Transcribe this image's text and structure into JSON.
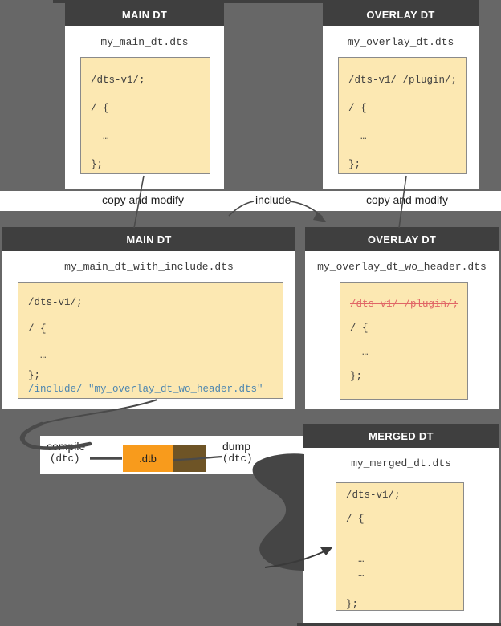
{
  "colors": {
    "canvas_bg": "#676767",
    "header_bg": "#3f3f3f",
    "card_bg": "#ffffff",
    "code_bg": "#fce8b2",
    "code_border": "#8a8a8a",
    "code_text": "#3f3f3f",
    "include_blue": "#4d86b0",
    "deleted_red": "#e06666",
    "dtb_orange": "#f89b1c",
    "dtb_brown": "#6e5426",
    "arrow_gray": "#4a4a4a"
  },
  "cards": {
    "main_top": {
      "header": "MAIN DT",
      "filename": "my_main_dt.dts",
      "lines": [
        "/dts-v1/;",
        "/ {",
        "  …",
        "};"
      ]
    },
    "overlay_top": {
      "header": "OVERLAY DT",
      "filename": "my_overlay_dt.dts",
      "lines": [
        "/dts-v1/ /plugin/;",
        "/ {",
        "  …",
        "};"
      ]
    },
    "main_include": {
      "header": "MAIN DT",
      "filename": "my_main_dt_with_include.dts",
      "lines": [
        "/dts-v1/;",
        "/ {",
        "  …",
        "};"
      ],
      "include_line": "/include/ \"my_overlay_dt_wo_header.dts\""
    },
    "overlay_wo_header": {
      "header": "OVERLAY DT",
      "filename": "my_overlay_dt_wo_header.dts",
      "deleted_line": "/dts-v1/ /plugin/;",
      "lines": [
        "/ {",
        "  …",
        "};"
      ]
    },
    "merged": {
      "header": "MERGED DT",
      "filename": "my_merged_dt.dts",
      "lines": [
        "/dts-v1/;",
        "/ {",
        "  …",
        "  …",
        "};"
      ]
    }
  },
  "labels": {
    "copy_and_modify_left": "copy and modify",
    "include": "include",
    "copy_and_modify_right": "copy and modify",
    "compile": "compile",
    "compile_tool": "(dtc)",
    "dtb": ".dtb",
    "dump": "dump",
    "dump_tool": "(dtc)"
  }
}
